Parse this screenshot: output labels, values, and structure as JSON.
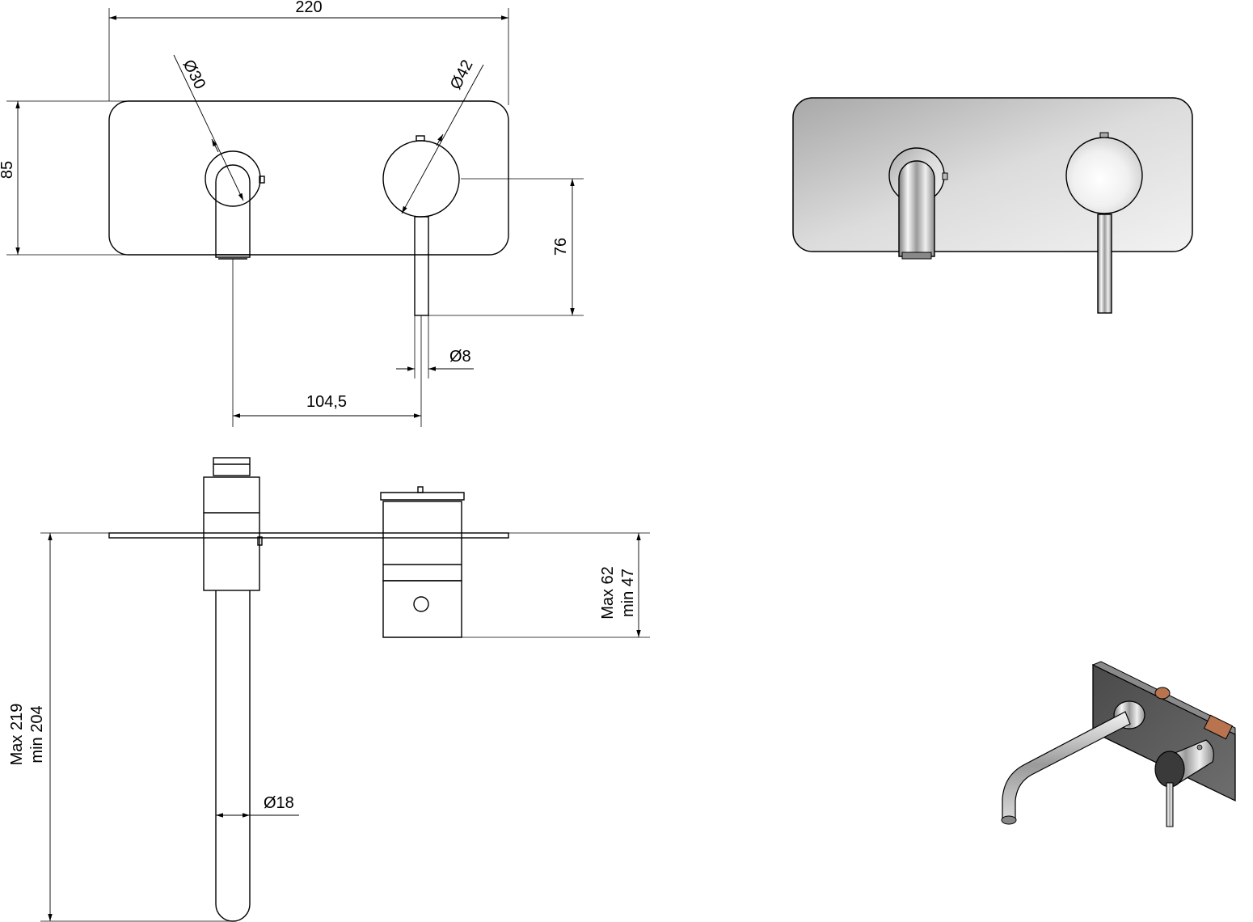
{
  "dimensions": {
    "width_top": "220",
    "height_plate": "85",
    "spout_dia": "Ø30",
    "knob_dia": "Ø42",
    "lever_len": "76",
    "lever_dia": "Ø8",
    "center_dist": "104,5",
    "pipe_dia": "Ø18",
    "depth_max": "Max 62",
    "depth_min": "min 47",
    "spout_max": "Max 219",
    "spout_min": "min 204"
  },
  "colors": {
    "line": "#000000",
    "plate_light": "#f2f2f2",
    "plate_dark": "#a8a8a8",
    "chrome_light": "#f7f7f7",
    "chrome_dark": "#8a8a8a",
    "plate_iso": "#5e5e5e",
    "copper": "#b8734f"
  }
}
